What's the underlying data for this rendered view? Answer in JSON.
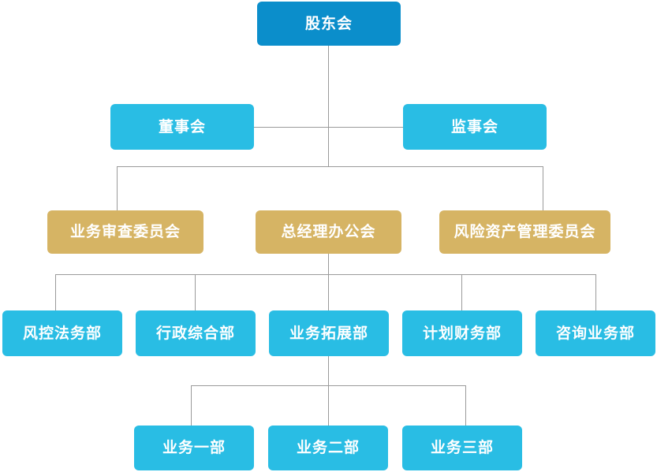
{
  "chart_data": {
    "type": "diagram",
    "title": "",
    "diagram_kind": "organizational-chart",
    "orientation": "top-down",
    "levels": 5,
    "palette": {
      "root_blue": "#0b8ecb",
      "node_cyan": "#29bde4",
      "committee_gold": "#d6b464",
      "connector_gray": "#9a9a9a",
      "background": "#ffffff",
      "label_text": "#ffffff"
    },
    "nodes": [
      {
        "id": "n1",
        "label": "股东会",
        "level": 1,
        "color": "root_blue"
      },
      {
        "id": "n2",
        "label": "董事会",
        "level": 2,
        "color": "node_cyan"
      },
      {
        "id": "n3",
        "label": "监事会",
        "level": 2,
        "color": "node_cyan"
      },
      {
        "id": "n4",
        "label": "业务审查委员会",
        "level": 3,
        "color": "committee_gold"
      },
      {
        "id": "n5",
        "label": "总经理办公会",
        "level": 3,
        "color": "committee_gold"
      },
      {
        "id": "n6",
        "label": "风险资产管理委员会",
        "level": 3,
        "color": "committee_gold"
      },
      {
        "id": "n7",
        "label": "风控法务部",
        "level": 4,
        "color": "node_cyan"
      },
      {
        "id": "n8",
        "label": "行政综合部",
        "level": 4,
        "color": "node_cyan"
      },
      {
        "id": "n9",
        "label": "业务拓展部",
        "level": 4,
        "color": "node_cyan"
      },
      {
        "id": "n10",
        "label": "计划财务部",
        "level": 4,
        "color": "node_cyan"
      },
      {
        "id": "n11",
        "label": "咨询业务部",
        "level": 4,
        "color": "node_cyan"
      },
      {
        "id": "n12",
        "label": "业务一部",
        "level": 5,
        "color": "node_cyan"
      },
      {
        "id": "n13",
        "label": "业务二部",
        "level": 5,
        "color": "node_cyan"
      },
      {
        "id": "n14",
        "label": "业务三部",
        "level": 5,
        "color": "node_cyan"
      }
    ],
    "edges": [
      {
        "from": "n1",
        "to": "n2"
      },
      {
        "from": "n1",
        "to": "n3"
      },
      {
        "from": "n1",
        "to": "n4"
      },
      {
        "from": "n1",
        "to": "n5"
      },
      {
        "from": "n1",
        "to": "n6"
      },
      {
        "from": "n5",
        "to": "n7"
      },
      {
        "from": "n5",
        "to": "n8"
      },
      {
        "from": "n5",
        "to": "n9"
      },
      {
        "from": "n5",
        "to": "n10"
      },
      {
        "from": "n5",
        "to": "n11"
      },
      {
        "from": "n9",
        "to": "n12"
      },
      {
        "from": "n9",
        "to": "n13"
      },
      {
        "from": "n9",
        "to": "n14"
      }
    ]
  },
  "chart": {
    "root": {
      "label": "股东会"
    },
    "level2": [
      {
        "label": "董事会"
      },
      {
        "label": "监事会"
      }
    ],
    "level3": [
      {
        "label": "业务审查委员会"
      },
      {
        "label": "总经理办公会"
      },
      {
        "label": "风险资产管理委员会"
      }
    ],
    "level4": [
      {
        "label": "风控法务部"
      },
      {
        "label": "行政综合部"
      },
      {
        "label": "业务拓展部"
      },
      {
        "label": "计划财务部"
      },
      {
        "label": "咨询业务部"
      }
    ],
    "level5": [
      {
        "label": "业务一部"
      },
      {
        "label": "业务二部"
      },
      {
        "label": "业务三部"
      }
    ]
  }
}
